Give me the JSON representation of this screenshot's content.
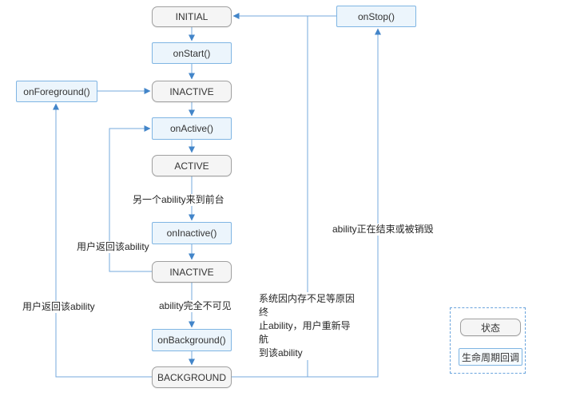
{
  "diagram": {
    "title_hint": "ability-lifecycle-state-diagram",
    "states": {
      "initial": "INITIAL",
      "inactive_top": "INACTIVE",
      "active": "ACTIVE",
      "inactive_bottom": "INACTIVE",
      "background": "BACKGROUND"
    },
    "callbacks": {
      "on_start": "onStart()",
      "on_active": "onActive()",
      "on_inactive": "onInactive()",
      "on_background": "onBackground()",
      "on_foreground": "onForeground()",
      "on_stop": "onStop()"
    },
    "edge_labels": {
      "another_ability_foreground": "另一个ability来到前台",
      "user_returns_mid": "用户返回该ability",
      "ability_invisible": "ability完全不可见",
      "user_returns_left": "用户返回该ability",
      "ability_ending": "ability正在结束或被销毁",
      "system_terminate": [
        "系统因内存不足等原因终",
        "止ability，用户重新导航",
        "到该ability"
      ]
    },
    "legend": {
      "state_label": "状态",
      "callback_label": "生命周期回调"
    },
    "colors": {
      "line": "#74aade",
      "arrowhead": "#4285c9",
      "state_fill": "#f5f5f5",
      "state_border": "#a0a0a0",
      "callback_fill": "#ecf5fc",
      "callback_border": "#7fb5e3",
      "legend_border": "#6aa4dd",
      "text": "#262626"
    }
  }
}
